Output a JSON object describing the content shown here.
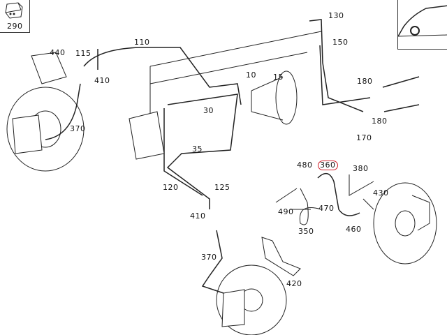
{
  "diagram": {
    "highlighted_part": "360",
    "highlight_color": "#d0202a",
    "inset_part": "290",
    "labels": [
      "130",
      "150",
      "110",
      "440",
      "115",
      "410",
      "10",
      "15",
      "180",
      "30",
      "180",
      "170",
      "370",
      "35",
      "480",
      "360",
      "380",
      "120",
      "125",
      "430",
      "490",
      "470",
      "410",
      "350",
      "460",
      "370",
      "420"
    ]
  }
}
